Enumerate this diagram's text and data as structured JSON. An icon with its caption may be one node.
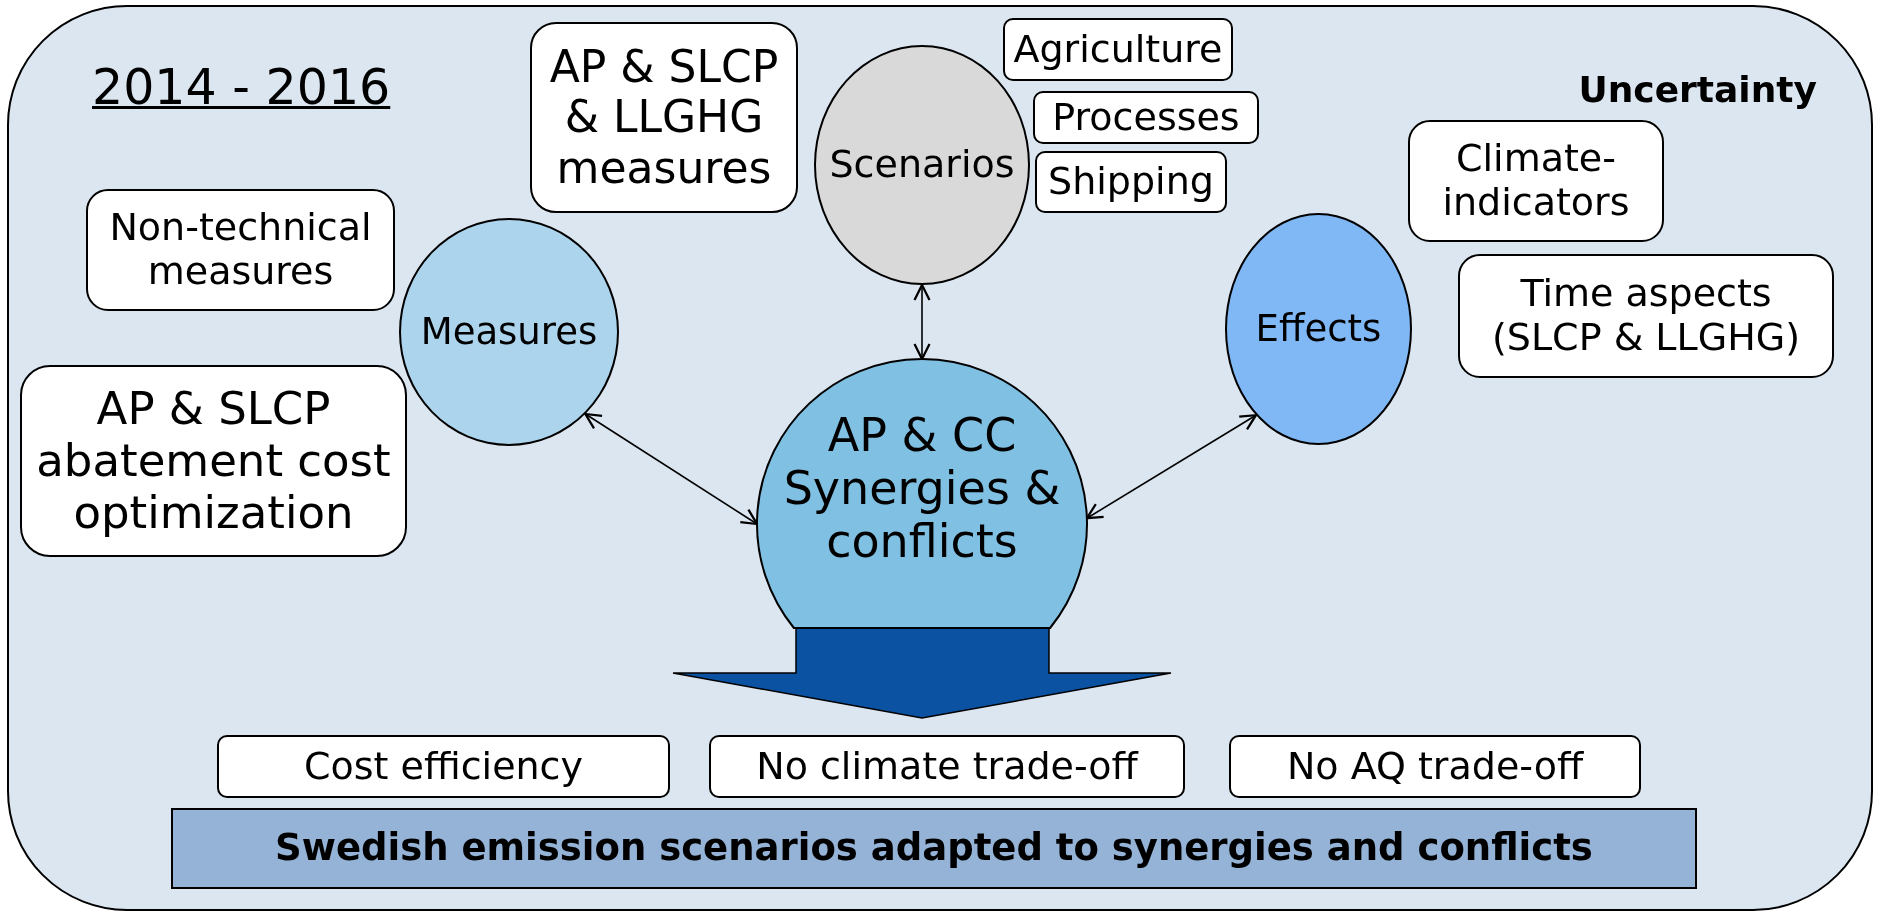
{
  "diagram": {
    "nodes": [
      {
        "text": [
          "2014 - 2016",
          "Uncertainty"
        ]
      },
      {
        "text": [
          "AP & SLCP & LLGHG measures"
        ],
        "in": 0
      },
      {
        "text": [
          "Scenarios"
        ],
        "in": 0
      },
      {
        "text": [
          "Agriculture"
        ],
        "in": 0
      },
      {
        "text": [
          "Processes"
        ],
        "in": 0
      },
      {
        "text": [
          "Shipping"
        ],
        "in": 0
      },
      {
        "text": [
          "Non-technical measures"
        ],
        "in": 0
      },
      {
        "text": [
          "Measures"
        ],
        "in": 0
      },
      {
        "text": [
          "Climate-indicators"
        ],
        "in": 0
      },
      {
        "text": [
          "Effects"
        ],
        "in": 0
      },
      {
        "text": [
          "Time aspects (SLCP & LLGHG)"
        ],
        "in": 0
      },
      {
        "text": [
          "AP & SLCP abatement cost optimization"
        ],
        "in": 0
      },
      {
        "text": [
          "AP & CC Synergies & conflicts"
        ],
        "in": 0
      },
      {
        "text": [
          "Cost efficiency"
        ],
        "in": 0
      },
      {
        "text": [
          "No climate trade-off"
        ],
        "in": 0
      },
      {
        "text": [
          "No AQ trade-off"
        ],
        "in": 0
      },
      {
        "text": [
          "Swedish emission scenarios adapted to synergies and conflicts"
        ],
        "in": 0
      }
    ],
    "edges": [
      {
        "from": 7,
        "to": 12,
        "arrow": "both"
      },
      {
        "from": 2,
        "to": 12,
        "arrow": "both"
      },
      {
        "from": 9,
        "to": 12,
        "arrow": "both"
      },
      {
        "from": 12,
        "to": 14,
        "arrow": "to",
        "style": "thick",
        "color": "#0b53a2"
      }
    ]
  }
}
